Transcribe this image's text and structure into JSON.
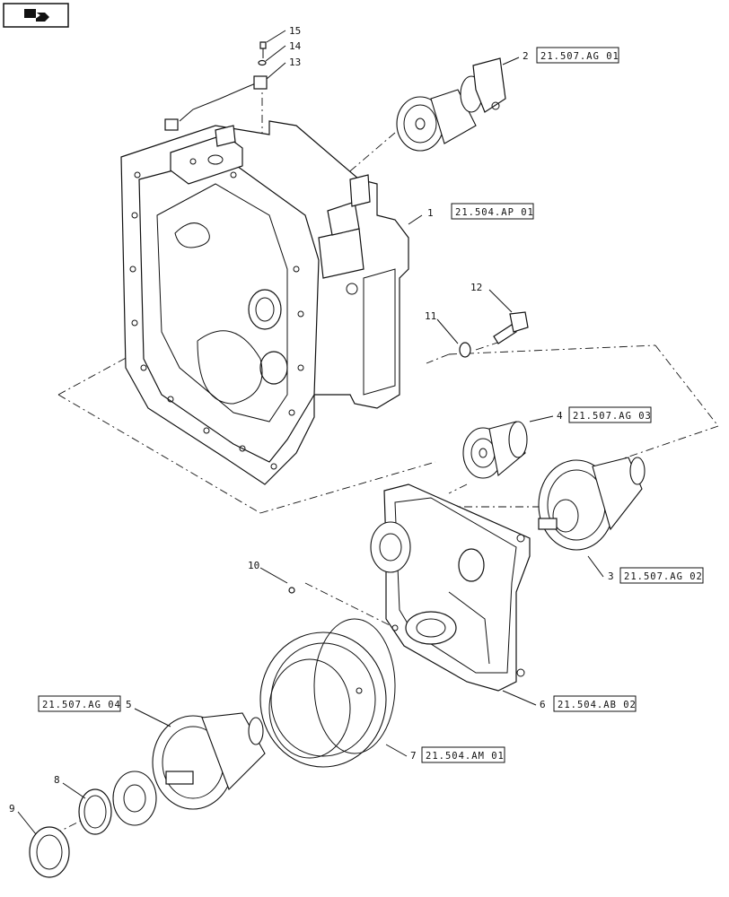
{
  "diagram": {
    "callouts": [
      {
        "id": "1",
        "label": "1"
      },
      {
        "id": "2",
        "label": "2"
      },
      {
        "id": "3",
        "label": "3"
      },
      {
        "id": "4",
        "label": "4"
      },
      {
        "id": "5",
        "label": "5"
      },
      {
        "id": "6",
        "label": "6"
      },
      {
        "id": "7",
        "label": "7"
      },
      {
        "id": "8",
        "label": "8"
      },
      {
        "id": "9",
        "label": "9"
      },
      {
        "id": "10",
        "label": "10"
      },
      {
        "id": "11",
        "label": "11"
      },
      {
        "id": "12",
        "label": "12"
      },
      {
        "id": "13",
        "label": "13"
      },
      {
        "id": "14",
        "label": "14"
      },
      {
        "id": "15",
        "label": "15"
      }
    ],
    "references": [
      {
        "id": "ref-2",
        "text": "21.507.AG 01"
      },
      {
        "id": "ref-1",
        "text": "21.504.AP 01"
      },
      {
        "id": "ref-4",
        "text": "21.507.AG 03"
      },
      {
        "id": "ref-3",
        "text": "21.507.AG 02"
      },
      {
        "id": "ref-6",
        "text": "21.504.AB 02"
      },
      {
        "id": "ref-5",
        "text": "21.507.AG 04"
      },
      {
        "id": "ref-7",
        "text": "21.504.AM 01"
      }
    ]
  }
}
